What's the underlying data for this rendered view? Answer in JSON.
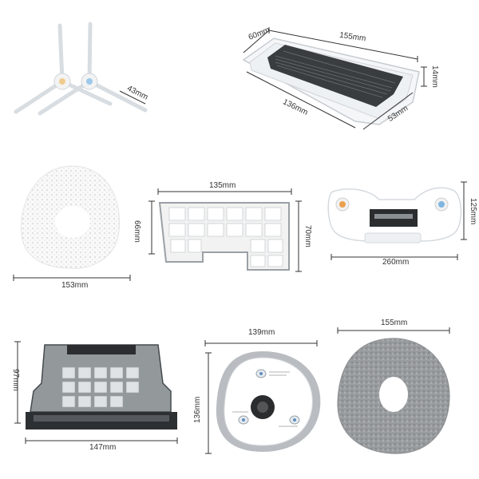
{
  "products": {
    "side_brush": {
      "dim_width": "43mm"
    },
    "hepa_filter_tray": {
      "dim_length": "155mm",
      "dim_width": "60mm",
      "dim_height": "14mm",
      "dim_inner_length": "136mm",
      "dim_inner_width": "53mm"
    },
    "round_mop_pad": {
      "dim_width": "153mm"
    },
    "mesh_filter": {
      "dim_width": "135mm",
      "dim_left_height": "66mm",
      "dim_right_height": "70mm"
    },
    "water_tank_cover": {
      "dim_width": "260mm",
      "dim_height": "125mm"
    },
    "dust_box": {
      "dim_width": "147mm",
      "dim_height": "97mm"
    },
    "mop_holder": {
      "dim_width": "139mm",
      "dim_height": "136mm"
    },
    "gray_mop_pad": {
      "dim_width": "155mm"
    }
  },
  "colors": {
    "line": "#333333",
    "dark_gray": "#3c3c3c",
    "accent_orange": "#e9a04f",
    "accent_blue": "#7eb6e0"
  }
}
